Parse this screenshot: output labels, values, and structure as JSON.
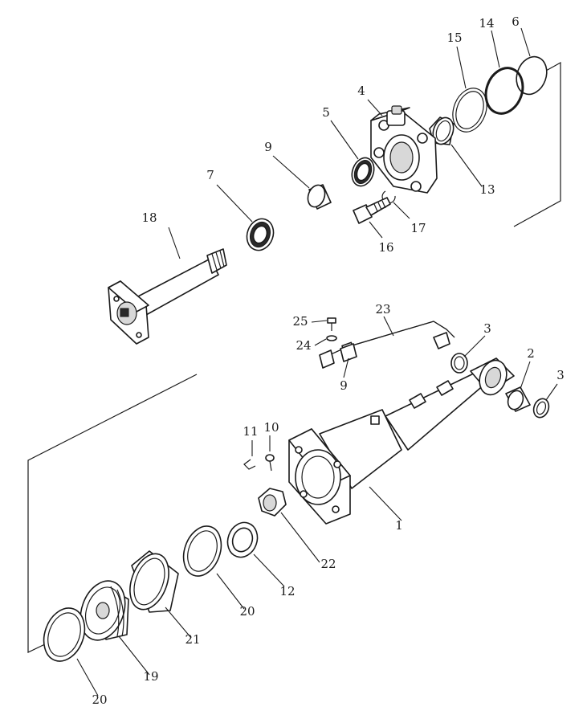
{
  "callouts": [
    {
      "id": "c-1",
      "label": "1"
    },
    {
      "id": "c-2",
      "label": "2"
    },
    {
      "id": "c-3a",
      "label": "3"
    },
    {
      "id": "c-3b",
      "label": "3"
    },
    {
      "id": "c-4",
      "label": "4"
    },
    {
      "id": "c-5",
      "label": "5"
    },
    {
      "id": "c-6",
      "label": "6"
    },
    {
      "id": "c-7",
      "label": "7"
    },
    {
      "id": "c-9a",
      "label": "9"
    },
    {
      "id": "c-9b",
      "label": "9"
    },
    {
      "id": "c-10",
      "label": "10"
    },
    {
      "id": "c-11",
      "label": "11"
    },
    {
      "id": "c-12",
      "label": "12"
    },
    {
      "id": "c-13",
      "label": "13"
    },
    {
      "id": "c-14",
      "label": "14"
    },
    {
      "id": "c-15",
      "label": "15"
    },
    {
      "id": "c-16",
      "label": "16"
    },
    {
      "id": "c-17",
      "label": "17"
    },
    {
      "id": "c-18",
      "label": "18"
    },
    {
      "id": "c-19",
      "label": "19"
    },
    {
      "id": "c-20a",
      "label": "20"
    },
    {
      "id": "c-20b",
      "label": "20"
    },
    {
      "id": "c-21",
      "label": "21"
    },
    {
      "id": "c-22",
      "label": "22"
    },
    {
      "id": "c-23",
      "label": "23"
    },
    {
      "id": "c-24",
      "label": "24"
    },
    {
      "id": "c-25",
      "label": "25"
    }
  ]
}
